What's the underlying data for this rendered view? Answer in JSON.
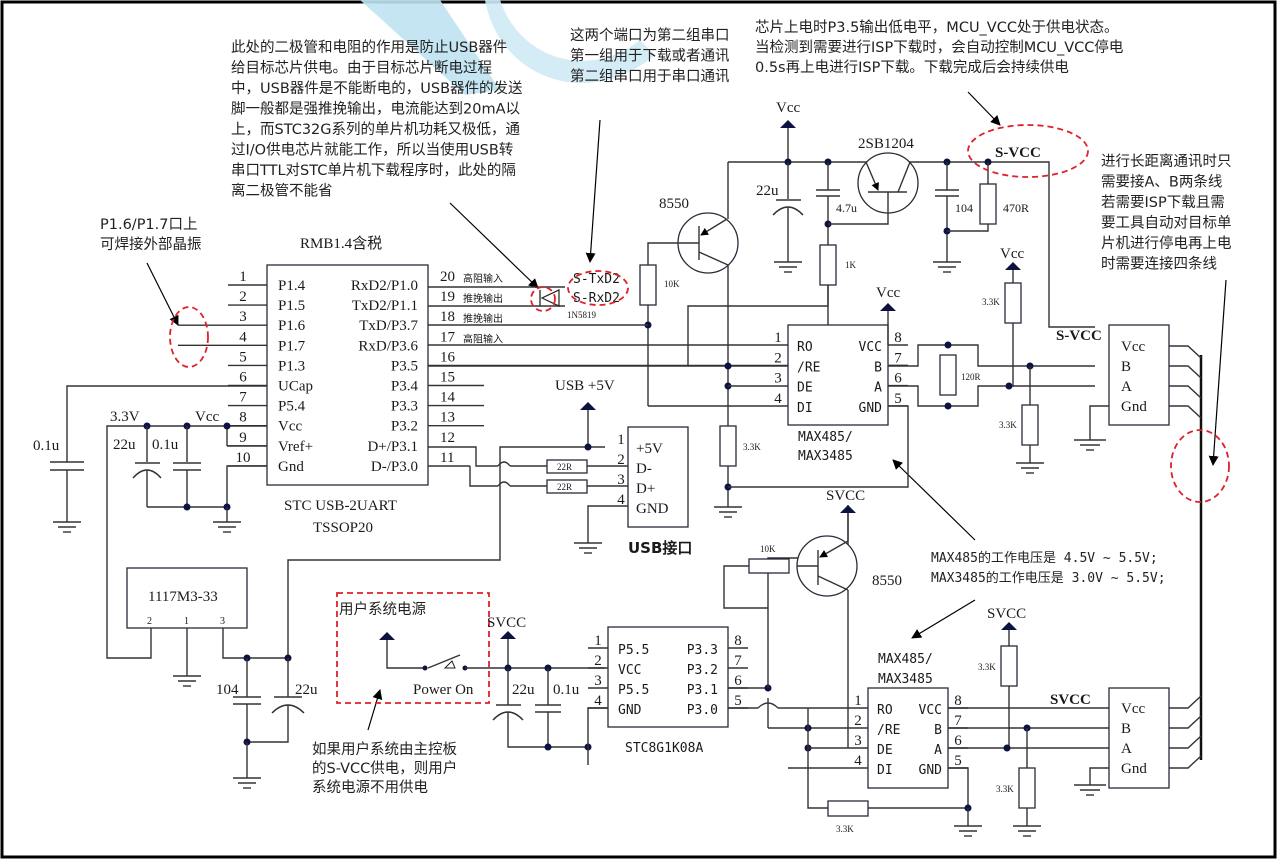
{
  "watermark": {
    "color": "#bfe3f2"
  },
  "notes": {
    "diode_note": [
      "此处的二极管和电阻的作用是防止USB器件",
      "给目标芯片供电。由于目标芯片断电过程",
      "中，USB器件是不能断电的，USB器件的发送",
      "脚一般都是强推挽输出，电流能达到20mA以",
      "上，而STC32G系列的单片机功耗又极低，通",
      "过I/O供电芯片就能工作，所以当使用USB转",
      "串口TTL对STC单片机下载程序时，此处的隔",
      "离二极管不能省"
    ],
    "uart2_note": [
      "这两个端口为第二组串口",
      "第一组用于下载或者通讯",
      "第二组串口用于串口通讯"
    ],
    "power_note": [
      "芯片上电时P3.5输出低电平，MCU_VCC处于供电状态。",
      "当检测到需要进行ISP下载时，会自动控制MCU_VCC停电",
      "0.5s再上电进行ISP下载。下载完成后会持续供电"
    ],
    "longline_note": [
      "进行长距离通讯时只",
      "需要接A、B两条线",
      "若需要ISP下载且需",
      "要工具自动对目标单",
      "片机进行停电再上电",
      "时需要连接四条线"
    ],
    "crystal_note": [
      "P1.6/P1.7口上",
      "可焊接外部晶振"
    ],
    "max_voltage_note": [
      "MAX485的工作电压是 4.5V ~ 5.5V;",
      "MAX3485的工作电压是 3.0V ~ 5.5V;"
    ],
    "user_power_note": [
      "如果用户系统由主控板",
      "的S-VCC供电，则用户",
      "系统电源不用供电"
    ]
  },
  "usb_uart_chip": {
    "price": "RMB1.4含税",
    "name": "STC USB-2UART",
    "package": "TSSOP20",
    "left_pins": [
      {
        "num": "1",
        "name": "P1.4"
      },
      {
        "num": "2",
        "name": "P1.5"
      },
      {
        "num": "3",
        "name": "P1.6"
      },
      {
        "num": "4",
        "name": "P1.7"
      },
      {
        "num": "5",
        "name": "P1.3"
      },
      {
        "num": "6",
        "name": "UCap"
      },
      {
        "num": "7",
        "name": "P5.4"
      },
      {
        "num": "8",
        "name": "Vcc"
      },
      {
        "num": "9",
        "name": "Vref+"
      },
      {
        "num": "10",
        "name": "Gnd"
      }
    ],
    "right_pins": [
      {
        "num": "20",
        "name": "RxD2/P1.0",
        "mode": "高阻输入"
      },
      {
        "num": "19",
        "name": "TxD2/P1.1",
        "mode": "推挽输出"
      },
      {
        "num": "18",
        "name": "TxD/P3.7",
        "mode": "推挽输出"
      },
      {
        "num": "17",
        "name": "RxD/P3.6",
        "mode": "高阻输入"
      },
      {
        "num": "16",
        "name": "P3.5",
        "mode": ""
      },
      {
        "num": "15",
        "name": "P3.4",
        "mode": ""
      },
      {
        "num": "14",
        "name": "P3.3",
        "mode": ""
      },
      {
        "num": "13",
        "name": "P3.2",
        "mode": ""
      },
      {
        "num": "12",
        "name": "D+/P3.1",
        "mode": ""
      },
      {
        "num": "11",
        "name": "D-/P3.0",
        "mode": ""
      }
    ]
  },
  "uart2_labels": {
    "txd": "S-TxD2",
    "rxd": "S-RxD2",
    "diode": "1N5819"
  },
  "labels": {
    "vcc": "Vcc",
    "v33": "3.3V",
    "svcc": "SVCC",
    "s_vcc": "S-VCC",
    "usb5v": "USB +5V",
    "c_22u": "22u",
    "c_01u": "0.1u",
    "c_104": "104",
    "c_47u": "4.7u",
    "r_10k": "10K",
    "r_1k": "1K",
    "r_470": "470R",
    "r_33k": "3.3K",
    "r_120": "120R",
    "r_22": "22R",
    "q_8550": "8550",
    "q_2sb": "2SB1204",
    "ldo": "1117M3-33",
    "ldo_pins": [
      "2",
      "1",
      "3"
    ],
    "user_power": "用户系统电源",
    "power_on": "Power On"
  },
  "usb_connector": {
    "title": "USB接口",
    "pins": [
      {
        "num": "1",
        "name": "+5V"
      },
      {
        "num": "2",
        "name": "D-"
      },
      {
        "num": "3",
        "name": "D+"
      },
      {
        "num": "4",
        "name": "GND"
      }
    ]
  },
  "max485": {
    "title": [
      "MAX485/",
      "MAX3485"
    ],
    "left": [
      {
        "num": "1",
        "name": "RO"
      },
      {
        "num": "2",
        "name": "/RE"
      },
      {
        "num": "3",
        "name": "DE"
      },
      {
        "num": "4",
        "name": "DI"
      }
    ],
    "right": [
      {
        "num": "8",
        "name": "VCC"
      },
      {
        "num": "7",
        "name": "B"
      },
      {
        "num": "6",
        "name": "A"
      },
      {
        "num": "5",
        "name": "GND"
      }
    ]
  },
  "connector4": {
    "pins": [
      "Vcc",
      "B",
      "A",
      "Gnd"
    ]
  },
  "stc8g": {
    "name": "STC8G1K08A",
    "left": [
      {
        "num": "1",
        "name": "P5.5"
      },
      {
        "num": "2",
        "name": "VCC"
      },
      {
        "num": "3",
        "name": "P5.5"
      },
      {
        "num": "4",
        "name": "GND"
      }
    ],
    "right": [
      {
        "num": "8",
        "name": "P3.3"
      },
      {
        "num": "7",
        "name": "P3.2"
      },
      {
        "num": "6",
        "name": "P3.1"
      },
      {
        "num": "5",
        "name": "P3.0"
      }
    ]
  }
}
